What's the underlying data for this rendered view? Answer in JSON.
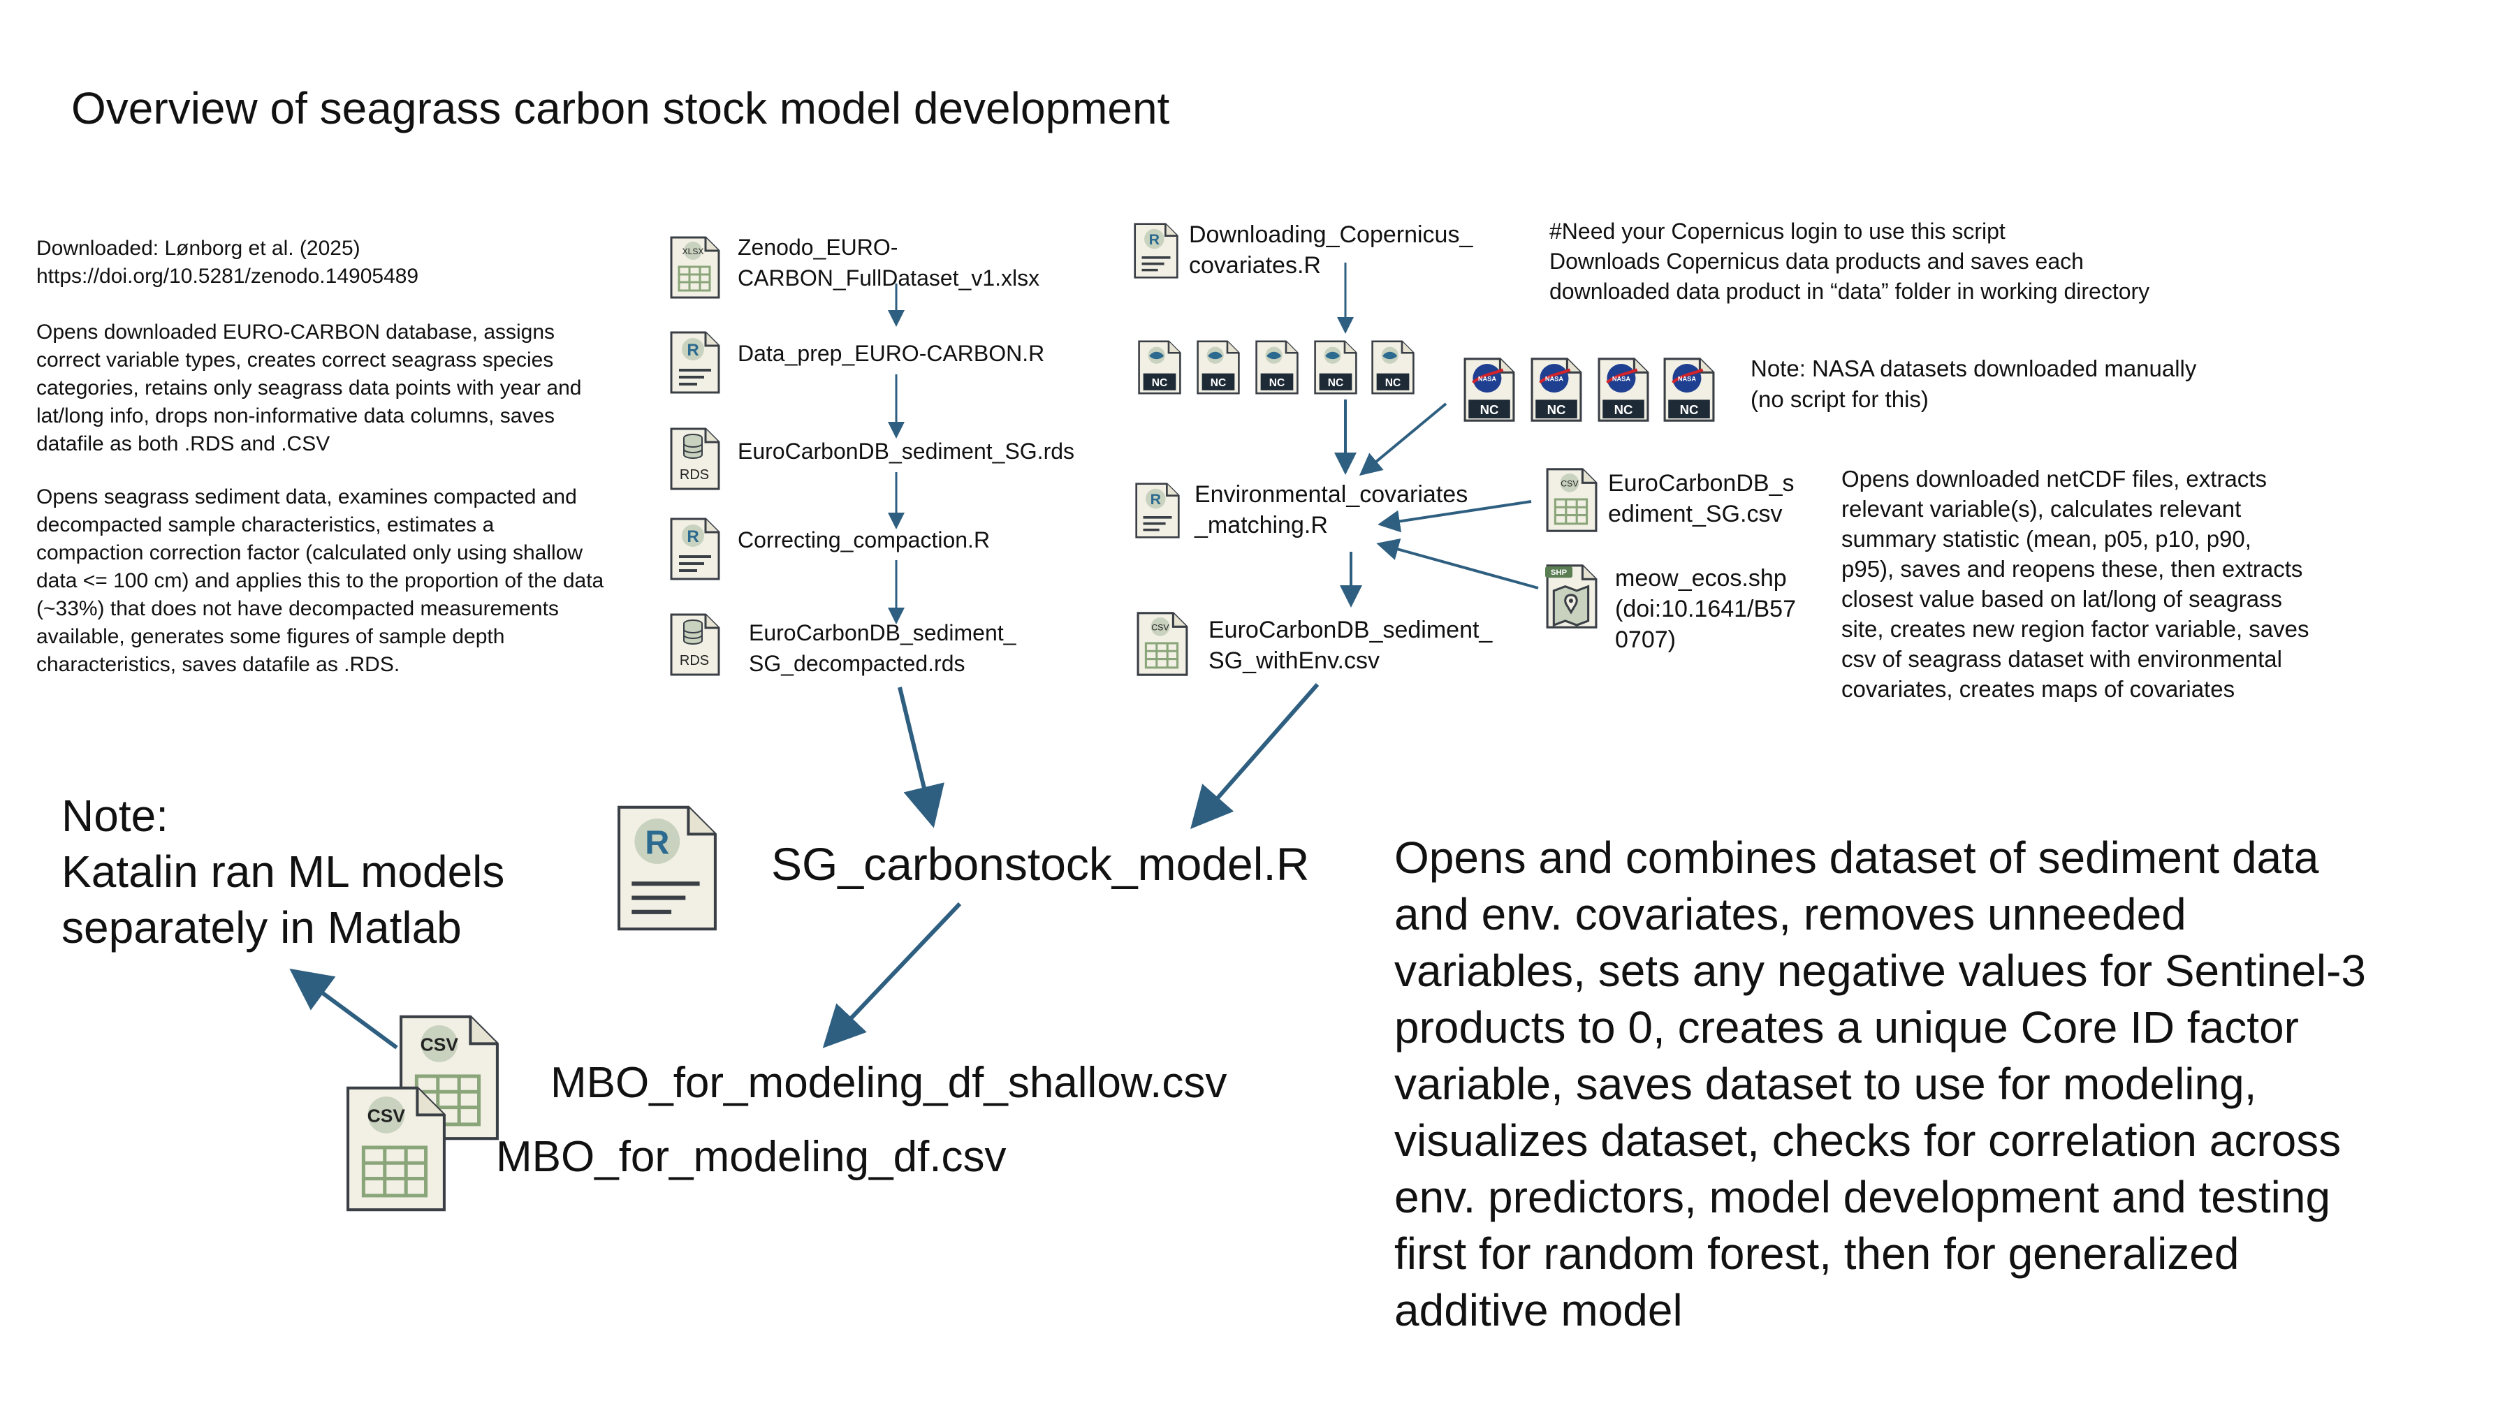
{
  "title": "Overview of seagrass carbon stock model development",
  "left_notes": {
    "download": "Downloaded: Lønborg et al. (2025)\nhttps://doi.org/10.5281/zenodo.14905489",
    "prep": "Opens downloaded EURO-CARBON database, assigns\ncorrect variable types, creates correct seagrass species\ncategories, retains only seagrass data points with year and\nlat/long info, drops non-informative data columns, saves\ndatafile as both .RDS and .CSV",
    "compaction": "Opens seagrass sediment data, examines compacted and\ndecompacted sample characteristics, estimates a\ncompaction correction factor (calculated only using shallow\ndata <= 100 cm) and applies this to the proportion of the data\n(~33%) that does not have decompacted measurements\navailable, generates some figures of sample depth\ncharacteristics, saves datafile as .RDS."
  },
  "pipeline_left": [
    {
      "label": "Zenodo_EURO-\nCARBON_FullDataset_v1.xlsx",
      "icon": "xlsx-file-icon",
      "badge": "XLSX"
    },
    {
      "label": "Data_prep_EURO-CARBON.R",
      "icon": "r-script-icon",
      "badge": "R"
    },
    {
      "label": "EuroCarbonDB_sediment_SG.rds",
      "icon": "rds-file-icon",
      "badge": "RDS"
    },
    {
      "label": "Correcting_compaction.R",
      "icon": "r-script-icon",
      "badge": "R"
    },
    {
      "label": "EuroCarbonDB_sediment_\nSG_decompacted.rds",
      "icon": "rds-file-icon",
      "badge": "RDS"
    }
  ],
  "pipeline_right": {
    "download_script": "Downloading_Copernicus_\ncovariates.R",
    "copernicus_note": "#Need your Copernicus login to use this script\nDownloads Copernicus data products and saves each\ndownloaded data product in “data” folder in working directory",
    "nc_badge": "NC",
    "nasa_badge": "NASA",
    "nasa_note": "Note: NASA datasets downloaded manually\n(no script for this)",
    "matching_script": "Environmental_covariates\n_matching.R",
    "csv_input": "EuroCarbonDB_s\nediment_SG.csv",
    "shp_input": "meow_ecos.shp\n(doi:10.1641/B57\n0707)",
    "output_csv": "EuroCarbonDB_sediment_\nSG_withEnv.csv",
    "matching_desc": "Opens downloaded netCDF files, extracts\nrelevant variable(s), calculates relevant\nsummary statistic (mean, p05, p10, p90,\np95), saves and reopens these, then extracts\nclosest value based on lat/long of seagrass\nsite, creates new region factor variable, saves\ncsv of seagrass dataset with environmental\ncovariates, creates maps of covariates",
    "csv_badge": "CSV",
    "shp_badge": "SHP"
  },
  "model": {
    "script": "SG_carbonstock_model.R",
    "r_badge": "R",
    "output_shallow": "MBO_for_modeling_df_shallow.csv",
    "output_full": "MBO_for_modeling_df.csv",
    "csv_badge": "CSV",
    "description": "Opens and combines dataset of sediment data\nand env. covariates, removes unneeded\nvariables, sets any negative values for Sentinel-3\nproducts to 0, creates a unique Core ID factor\nvariable, saves dataset to use for modeling,\nvisualizes dataset, checks for correlation across\nenv. predictors, model development and testing\nfirst for random forest, then for generalized\nadditive model",
    "ml_note": "Note:\nKatalin ran ML models\nseparately in Matlab"
  },
  "colors": {
    "arrow": "#2f5f80",
    "icon_fill": "#f2f0e4",
    "icon_stroke": "#3a3f46",
    "badge_circle": "#c8d2bf",
    "r_blue": "#2d6a8f",
    "nc_dark": "#1e2a36",
    "nasa_blue": "#1f3f91",
    "nasa_red": "#d2242a",
    "grid_green": "#8aa57a"
  }
}
